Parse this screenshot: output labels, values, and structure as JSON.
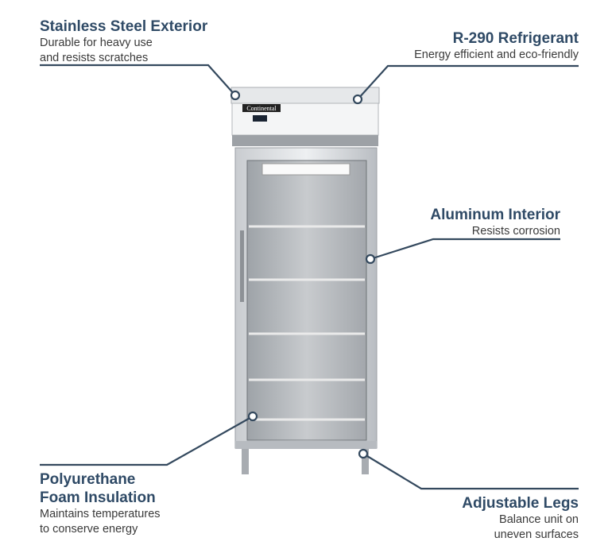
{
  "product": {
    "brand_logo": "Continental"
  },
  "features": [
    {
      "title": "Stainless Steel Exterior",
      "lines": [
        "Durable for heavy use",
        "and resists scratches"
      ]
    },
    {
      "title": "R-290 Refrigerant",
      "lines": [
        "Energy efficient and eco-friendly"
      ]
    },
    {
      "title": "Aluminum Interior",
      "lines": [
        "Resists corrosion"
      ]
    },
    {
      "title_lines": [
        "Polyurethane",
        "Foam Insulation"
      ],
      "lines": [
        "Maintains temperatures",
        "to conserve energy"
      ]
    },
    {
      "title": "Adjustable Legs",
      "lines": [
        "Balance unit on",
        "uneven surfaces"
      ]
    }
  ],
  "colors": {
    "heading": "#2f4a66",
    "leader": "#34495e"
  }
}
